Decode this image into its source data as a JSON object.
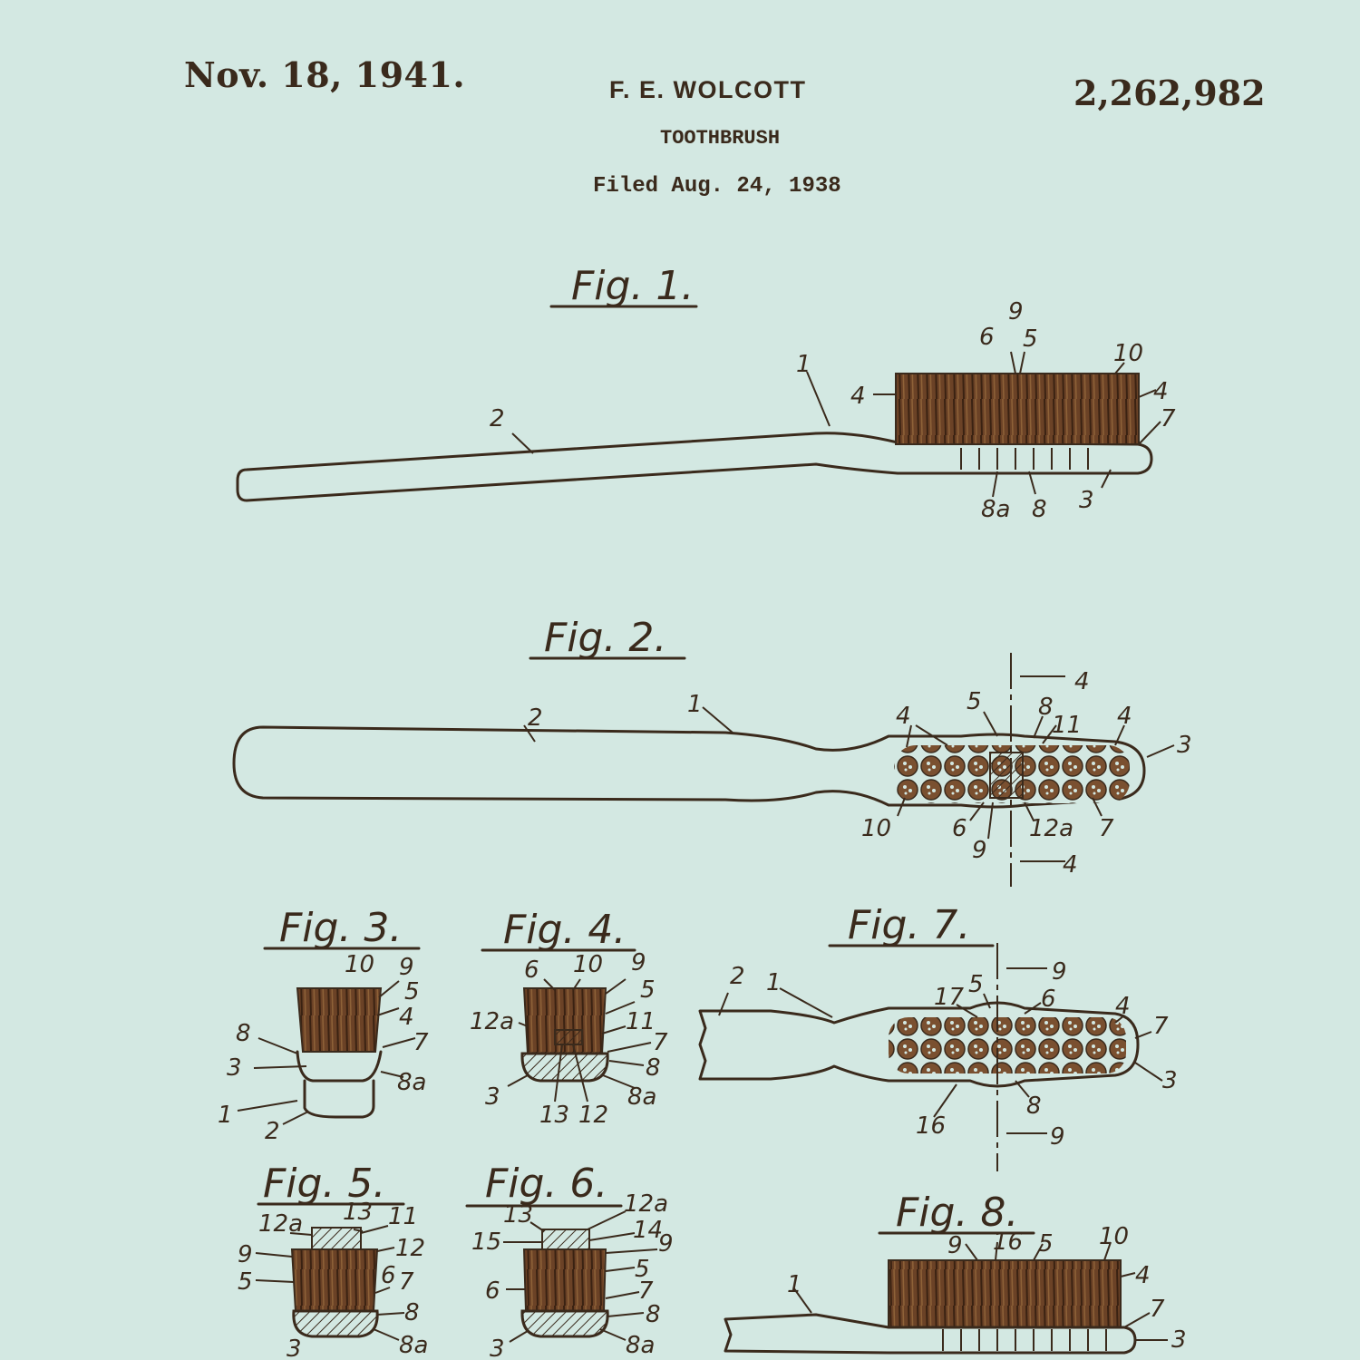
{
  "header": {
    "date": "Nov. 18, 1941.",
    "inventor": "F. E. WOLCOTT",
    "patent_number": "2,262,982",
    "title": "TOOTHBRUSH",
    "filed": "Filed Aug. 24, 1938"
  },
  "figures": {
    "fig1": {
      "label": "Fig. 1.",
      "refs": {
        "r1": "1",
        "r2": "2",
        "r4a": "4",
        "r4b": "4",
        "r5": "5",
        "r6": "6",
        "r9": "9",
        "r10": "10",
        "r7": "7",
        "r3": "3",
        "r8": "8",
        "r8a": "8a"
      }
    },
    "fig2": {
      "label": "Fig. 2.",
      "refs": {
        "r1": "1",
        "r2": "2",
        "r4a": "4",
        "r4b": "4",
        "r5": "5",
        "r8": "8",
        "r11": "11",
        "r3": "3",
        "r10": "10",
        "r6": "6",
        "r9": "9",
        "r12a": "12a",
        "r7": "7",
        "s4a": "4",
        "s4b": "4"
      }
    },
    "fig3": {
      "label": "Fig. 3.",
      "refs": {
        "r10": "10",
        "r9": "9",
        "r5": "5",
        "r4": "4",
        "r7": "7",
        "r8": "8",
        "r3": "3",
        "r8a": "8a",
        "r1": "1",
        "r2": "2"
      }
    },
    "fig4": {
      "label": "Fig. 4.",
      "refs": {
        "r6": "6",
        "r10": "10",
        "r9": "9",
        "r5": "5",
        "r12a": "12a",
        "r11": "11",
        "r7": "7",
        "r8": "8",
        "r3": "3",
        "r8a": "8a",
        "r13": "13",
        "r12": "12"
      }
    },
    "fig5": {
      "label": "Fig. 5.",
      "refs": {
        "r12a": "12a",
        "r13": "13",
        "r11": "11",
        "r9": "9",
        "r12": "12",
        "r5": "5",
        "r6": "6",
        "r7": "7",
        "r8": "8",
        "r3": "3",
        "r8a": "8a"
      }
    },
    "fig6": {
      "label": "Fig. 6.",
      "refs": {
        "r13": "13",
        "r12a": "12a",
        "r15": "15",
        "r14": "14",
        "r9": "9",
        "r5": "5",
        "r6": "6",
        "r7": "7",
        "r8": "8",
        "r3": "3",
        "r8a": "8a"
      }
    },
    "fig7": {
      "label": "Fig. 7.",
      "refs": {
        "r2": "2",
        "r1": "1",
        "r17": "17",
        "r5": "5",
        "r6": "6",
        "r4": "4",
        "r7": "7",
        "r3": "3",
        "r8": "8",
        "r16": "16",
        "s9a": "9",
        "s9b": "9"
      }
    },
    "fig8": {
      "label": "Fig. 8.",
      "refs": {
        "r9": "9",
        "r16": "16",
        "r5": "5",
        "r10": "10",
        "r4": "4",
        "r1": "1",
        "r7": "7",
        "r3": "3"
      }
    }
  }
}
